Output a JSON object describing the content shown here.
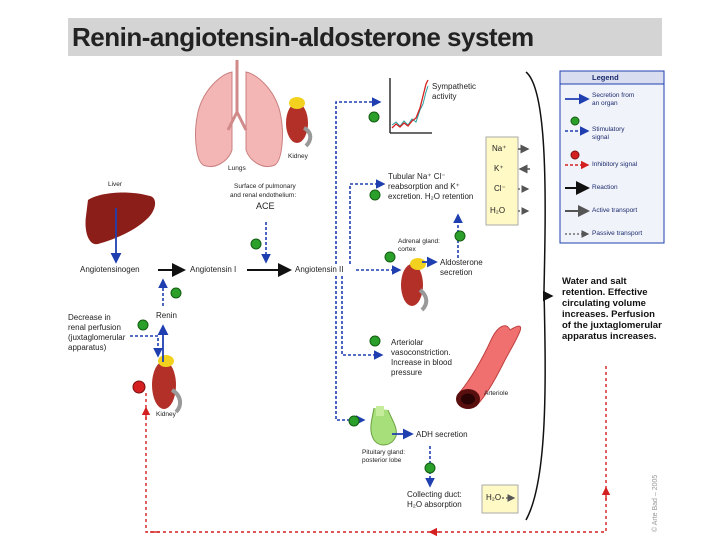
{
  "title": "Renin-angiotensin-aldosterone system",
  "organs": {
    "lungs": "Lungs",
    "kidney_top": "Kidney",
    "liver": "Liver",
    "kidney_bottom": "Kidney",
    "arteriole": "Arteriole"
  },
  "ace_note": {
    "line1": "Surface of pulmonary",
    "line2": "and renal endothelium:",
    "line3": "ACE"
  },
  "pathway": {
    "angiotensinogen": "Angiotensinogen",
    "angiotensin1": "Angiotensin I",
    "angiotensin2": "Angiotensin II",
    "renin": "Renin"
  },
  "stimulus": {
    "line1": "Decrease in",
    "line2": "renal perfusion",
    "line3": "(juxtaglomerular",
    "line4": "apparatus)"
  },
  "effects": {
    "sympathetic": {
      "line1": "Sympathetic",
      "line2": "activity"
    },
    "tubular": {
      "line1": "Tubular Na⁺ Cl⁻",
      "line2": "reabsorption and K⁺",
      "line3": "excretion. H₂O retention"
    },
    "adrenal": {
      "line1": "Adrenal gland:",
      "line2": "cortex"
    },
    "aldosterone": {
      "line1": "Aldosterone",
      "line2": "secretion"
    },
    "arteriolar": {
      "line1": "Arteriolar",
      "line2": "vasoconstriction.",
      "line3": "Increase in blood",
      "line4": "pressure"
    },
    "pituitary": {
      "line1": "Pituitary gland:",
      "line2": "posterior lobe"
    },
    "adh": "ADH secretion",
    "collecting": {
      "line1": "Collecting duct:",
      "line2": "H₂O absorption"
    }
  },
  "ions": {
    "na": "Na⁺",
    "k": "K⁺",
    "cl": "Cl⁻",
    "h2o": "H₂O",
    "h2o_duct": "H₂O"
  },
  "outcome": {
    "line1": "Water and salt",
    "line2": "retention. Effective",
    "line3": "circulating volume",
    "line4": "increases. Perfusion",
    "line5": "of the juxtaglomerular",
    "line6": "apparatus increases."
  },
  "legend": {
    "title": "Legend",
    "items": [
      {
        "label1": "Secretion from",
        "label2": "an organ"
      },
      {
        "label1": "Stimulatory",
        "label2": "signal"
      },
      {
        "label1": "Inhibitory signal",
        "label2": ""
      },
      {
        "label1": "Reaction",
        "label2": ""
      },
      {
        "label1": "Active transport",
        "label2": ""
      },
      {
        "label1": "Passive transport",
        "label2": ""
      }
    ]
  },
  "copyright": "© Arte Bad – 2005",
  "colors": {
    "title_bg": "#d4d4d4",
    "blue": "#1f3fb0",
    "red": "#d42020",
    "green": "#2aa02a",
    "legend_bg": "#f1f3fa",
    "ion_box": "#fff9c6",
    "lung": "#f4b5b5",
    "kidney": "#b23028",
    "liver": "#8c1e1a",
    "artery": "#f07070",
    "pituitary": "#a7e07a"
  }
}
